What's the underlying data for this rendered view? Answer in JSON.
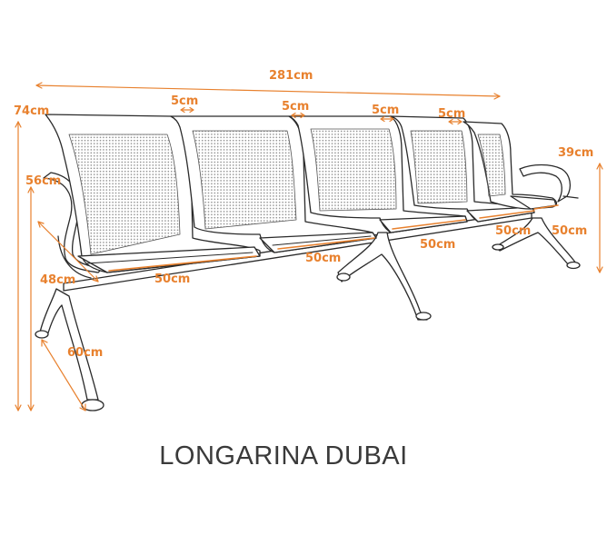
{
  "colors": {
    "accent": "#e8812e",
    "line": "#2a2a2a",
    "mesh": "#9a9a9a",
    "title": "#3a3a3a"
  },
  "title": "LONGARINA DUBAI",
  "dimensions": {
    "total_width": "281cm",
    "total_height": "74cm",
    "seat_height": "39cm",
    "backrest_height": "56cm",
    "seat_depth": "48cm",
    "base_depth": "60cm",
    "gap_1": "5cm",
    "gap_2": "5cm",
    "gap_3": "5cm",
    "gap_4": "5cm",
    "seat_width_1": "50cm",
    "seat_width_2": "50cm",
    "seat_width_3": "50cm",
    "seat_width_4": "50cm",
    "seat_width_5": "50cm"
  }
}
